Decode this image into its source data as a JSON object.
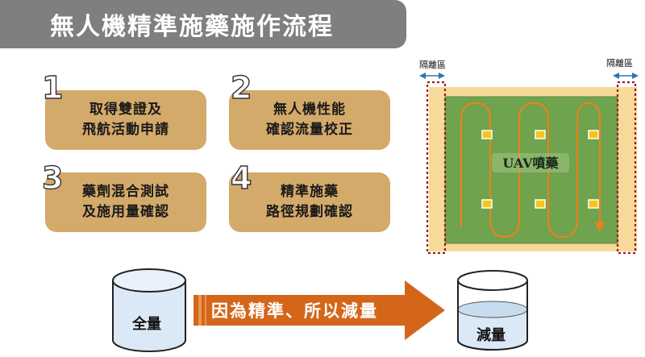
{
  "title": "無人機精準施藥施作流程",
  "steps": [
    {
      "num": "1",
      "line1": "取得雙證及",
      "line2": "飛航活動申請"
    },
    {
      "num": "2",
      "line1": "無人機性能",
      "line2": "確認流量校正"
    },
    {
      "num": "3",
      "line1": "藥劑混合測試",
      "line2": "及施用量確認"
    },
    {
      "num": "4",
      "line1": "精準施藥",
      "line2": "路徑規劃確認"
    }
  ],
  "diagram": {
    "buffer_left": "隔離區",
    "buffer_right": "隔離區",
    "field_label": "UAV噴藥"
  },
  "cylinders": {
    "full": "全量",
    "reduced": "減量"
  },
  "arrow_text": "因為精準、所以減量",
  "colors": {
    "title_bg": "#7f7f7f",
    "step_bg": "#d4aa6a",
    "field_green": "#6fa34e",
    "buffer_yellow": "#f7d99a",
    "path_orange": "#e8821e",
    "arrow_orange": "#d4661a",
    "full_liquid": "#dbe8f5"
  }
}
